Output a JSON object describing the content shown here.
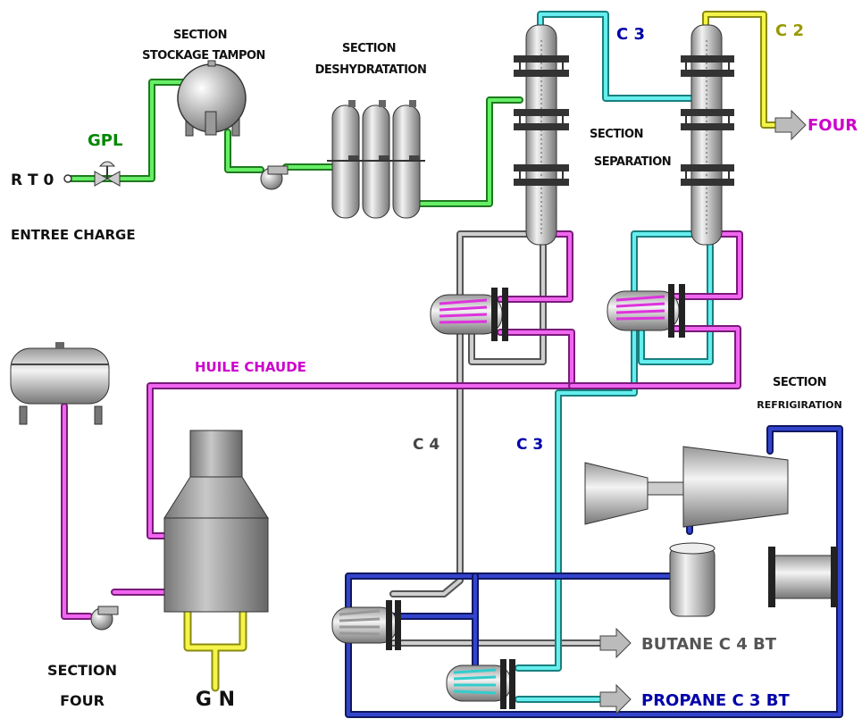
{
  "labels": {
    "section_stockage_1": "SECTION",
    "section_stockage_2": "STOCKAGE TAMPON",
    "section_deshydratation_1": "SECTION",
    "section_deshydratation_2": "DESHYDRATATION",
    "gpl": "GPL",
    "rt0": "R T 0",
    "entree_charge": "ENTREE CHARGE",
    "c3_top": "C 3",
    "c2": "C 2",
    "four_out": "FOUR",
    "section_separation_1": "SECTION",
    "section_separation_2": "SEPARATION",
    "huile_chaude": "HUILE CHAUDE",
    "c4": "C 4",
    "c3_mid": "C 3",
    "section_refrigeration_1": "SECTION",
    "section_refrigeration_2": "REFRIGIRATION",
    "butane": "BUTANE C 4 BT",
    "propane": "PROPANE C 3 BT",
    "section_four_1": "SECTION",
    "section_four_2": "FOUR",
    "gn": "G N"
  },
  "colors": {
    "gpl_line": "#33cc33",
    "c3_line": "#33cccc",
    "c2_line": "#dddd22",
    "c4_line": "#aaaaaa",
    "hot_oil_line": "#dd33dd",
    "refrigeration_line": "#2233aa",
    "gn_line": "#eeee22",
    "label_blue": "#0000aa",
    "label_green": "#008800",
    "label_magenta": "#cc00cc",
    "label_olive": "#999900"
  }
}
